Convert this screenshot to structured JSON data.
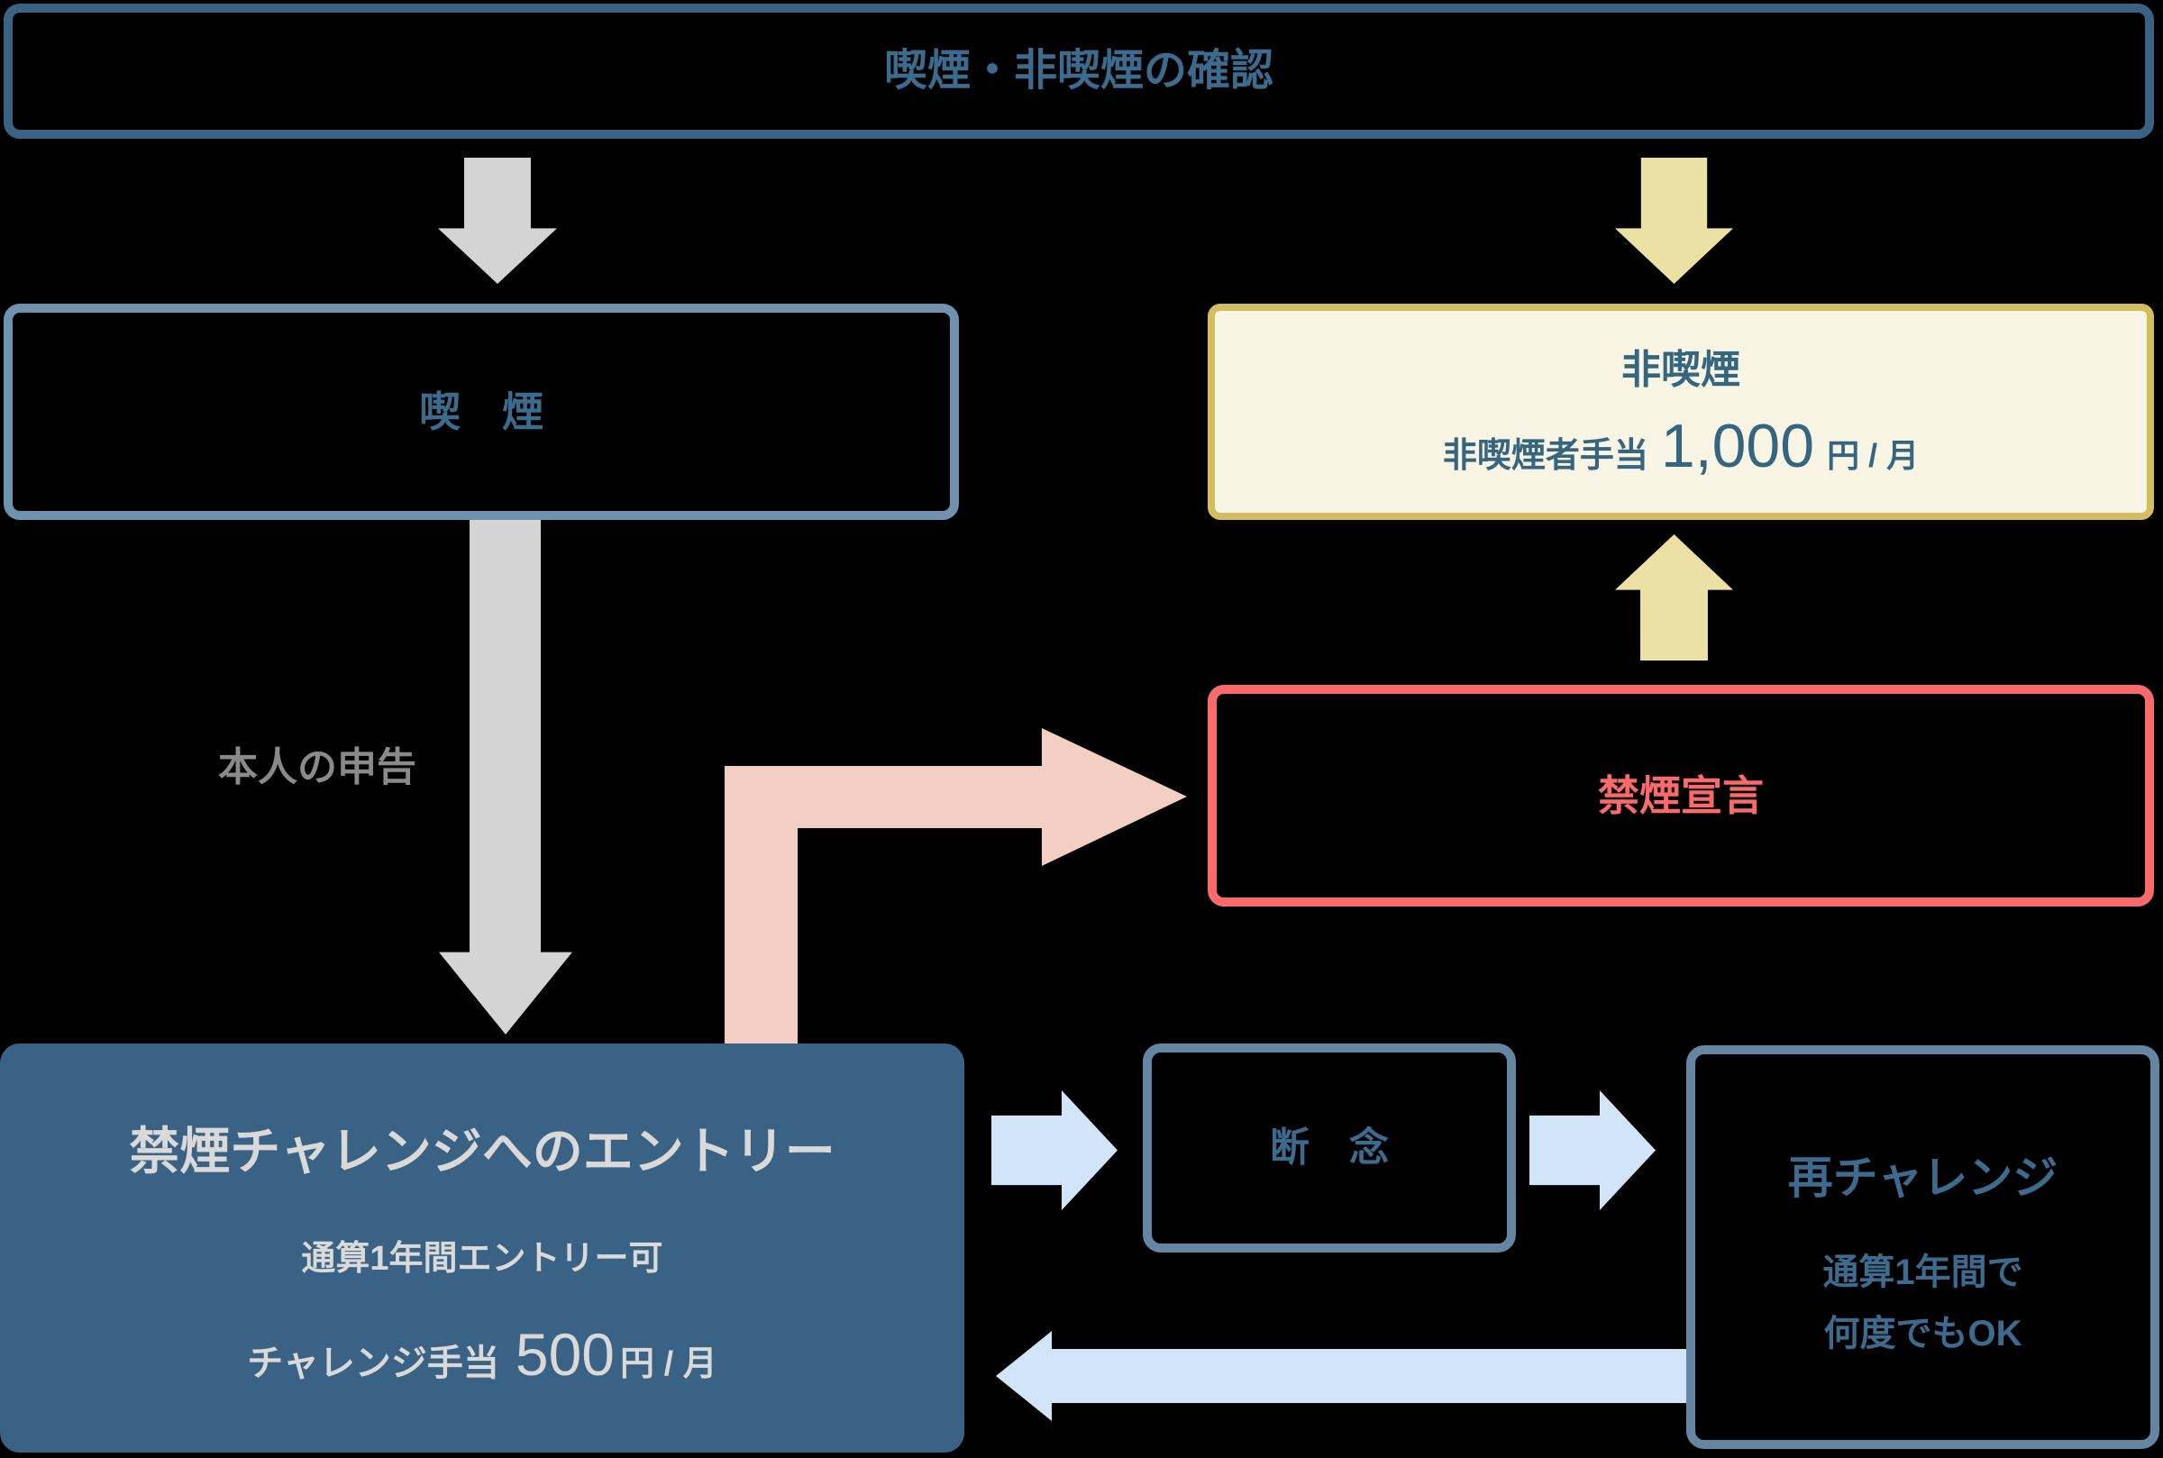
{
  "colors": {
    "background": "#000000",
    "steel_dark": "#3a6285",
    "steel_mid": "#6586a2",
    "steel_light": "#6f92ae",
    "text_blue": "#3d6b8e",
    "text_blue_deep": "#36657f",
    "cream": "#f8f5e5",
    "gold": "#d2bd5f",
    "red": "#f96b6b",
    "khaki": "#ece1a4",
    "gray_arrow": "#d4d4d4",
    "gray_text": "#8a8a8a",
    "entry_fill": "#3a6284",
    "entry_text": "#d9d9d9",
    "light_blue": "#d2e4f8",
    "pink": "#f2cfc2"
  },
  "nodes": {
    "confirm": {
      "label": "喫煙・非喫煙の確認"
    },
    "smoking": {
      "label": "喫　煙"
    },
    "non_smoking": {
      "title": "非喫煙",
      "allowance_label": "非喫煙者手当",
      "allowance_amount": "1,000",
      "allowance_unit": "円 / 月"
    },
    "declaration": {
      "label": "禁煙宣言"
    },
    "entry": {
      "title": "禁煙チャレンジへのエントリー",
      "note": "通算1年間エントリー可",
      "allowance_label": "チャレンジ手当",
      "allowance_amount": "500",
      "allowance_unit": "円 / 月"
    },
    "give_up": {
      "label": "断　念"
    },
    "retry": {
      "title": "再チャレンジ",
      "note_line1": "通算1年間で",
      "note_line2": "何度でもOK"
    }
  },
  "annotations": {
    "self_report": "本人の申告"
  }
}
